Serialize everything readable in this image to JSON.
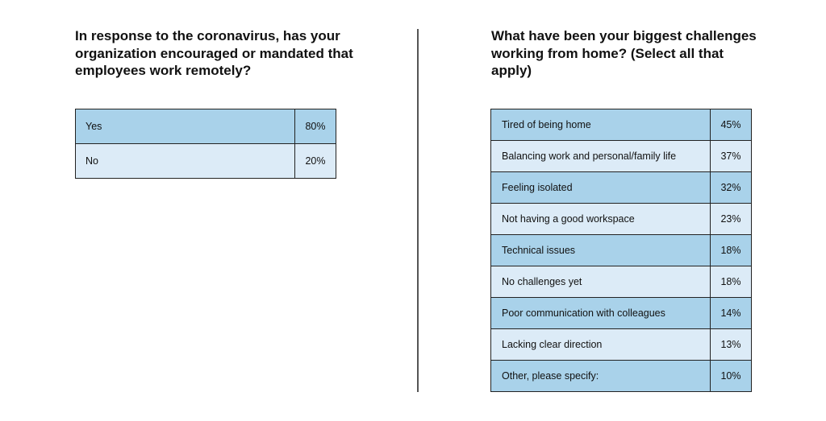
{
  "left": {
    "question": "In response to the coronavirus, has your organization encouraged or mandated that employees work remotely?"
  },
  "right": {
    "question": "What have been your biggest challenges working from home? (Select all that apply)"
  },
  "colors": {
    "row_dark": "#a9d2ea",
    "row_light": "#dcebf7",
    "border": "#222222",
    "divider": "#555555"
  },
  "chart_data": [
    {
      "type": "table",
      "title": "In response to the coronavirus, has your organization encouraged or mandated that employees work remotely?",
      "categories": [
        "Yes",
        "No"
      ],
      "values": [
        80,
        20
      ],
      "value_labels": [
        "80%",
        "20%"
      ],
      "unit": "%"
    },
    {
      "type": "table",
      "title": "What have been your biggest challenges working from home? (Select all that apply)",
      "categories": [
        "Tired of being home",
        "Balancing work and personal/family life",
        "Feeling isolated",
        "Not having a good workspace",
        "Technical issues",
        "No challenges yet",
        "Poor communication with colleagues",
        "Lacking clear direction",
        "Other, please specify:"
      ],
      "values": [
        45,
        37,
        32,
        23,
        18,
        18,
        14,
        13,
        10
      ],
      "value_labels": [
        "45%",
        "37%",
        "32%",
        "23%",
        "18%",
        "18%",
        "14%",
        "13%",
        "10%"
      ],
      "unit": "%"
    }
  ]
}
